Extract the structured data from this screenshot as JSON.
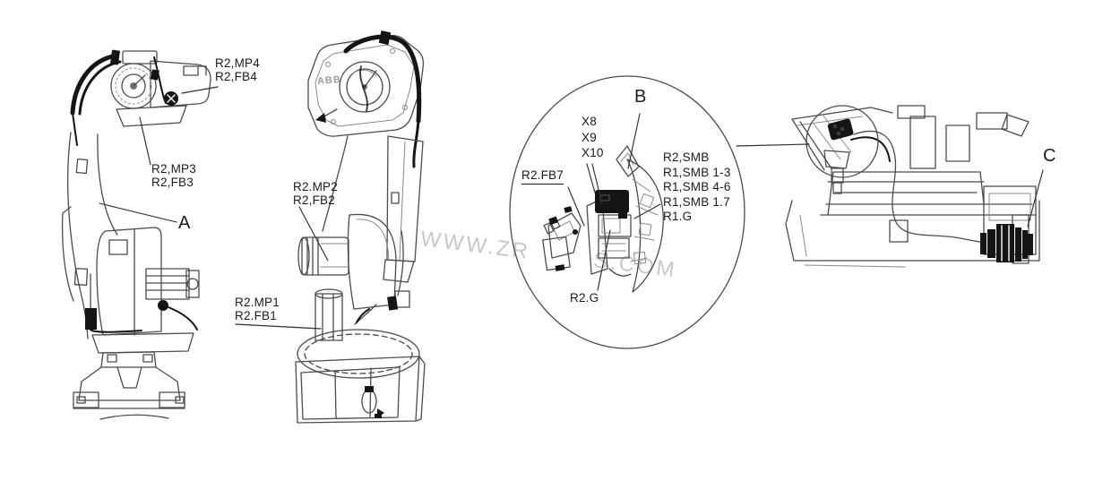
{
  "views": {
    "left": {
      "labels": {
        "mp4": {
          "line1": "R2,MP4",
          "line2": "R2,FB4"
        },
        "mp3": {
          "line1": "R2,MP3",
          "line2": "R2,FB3"
        },
        "letter": "A"
      }
    },
    "middle": {
      "logo": "ABB",
      "labels": {
        "mp2": {
          "line1": "R2.MP2",
          "line2": "R2,FB2"
        },
        "mp1": {
          "line1": "R2.MP1",
          "line2": "R2.FB1"
        }
      }
    },
    "detail_b": {
      "letter": "B",
      "x_connectors": [
        "X8",
        "X9",
        "X10"
      ],
      "fb7": "R2.FB7",
      "smb_list": [
        "R2,SMB",
        "R1,SMB 1-3",
        "R1,SMB 4-6",
        "R1,SMB 1.7",
        "R1.G"
      ],
      "ground": "R2.G"
    },
    "right": {
      "letter": "C"
    }
  },
  "watermark": {
    "left_part": "WWW.ZR",
    "right_part": "S.COM"
  },
  "colors": {
    "line": "#4b4b4b",
    "black_parts": "#151515",
    "label_text": "#1b1b1b",
    "watermark": "#c8c8c8",
    "logo_gray": "#9c9c9c",
    "background": "#ffffff"
  }
}
